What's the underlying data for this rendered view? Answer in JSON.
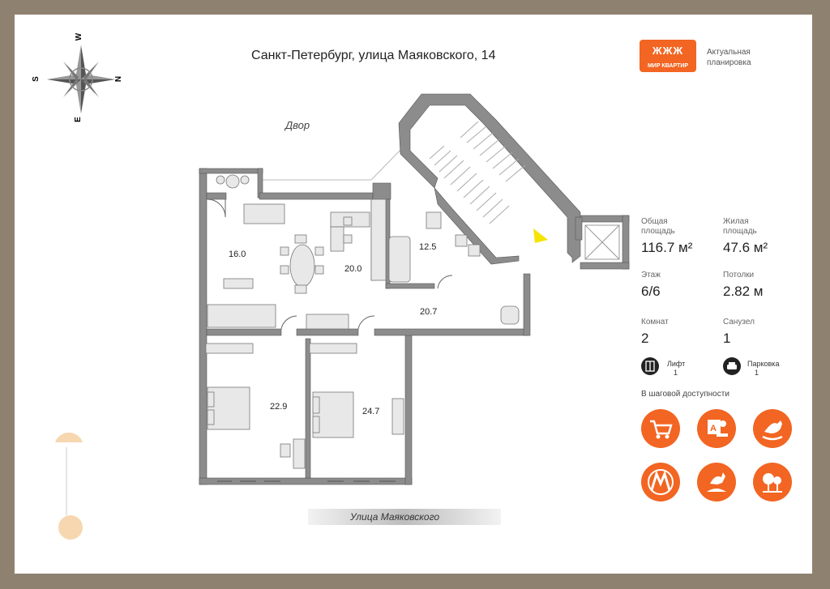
{
  "header": {
    "title": "Санкт-Петербург, улица Маяковского, 14"
  },
  "brand": {
    "logo_mark": "ЖЖЖ",
    "logo_text": "МИР КВАРТИР",
    "note": "Актуальная планировка",
    "color": "#f26522"
  },
  "compass": {
    "w": "W",
    "s": "S",
    "n": "N",
    "e": "E"
  },
  "plan": {
    "yard_label": "Двор",
    "street_label": "Улица Маяковского",
    "rooms": {
      "r1": "16.0",
      "r2": "20.0",
      "r3": "12.5",
      "r4": "20.7",
      "r5": "22.9",
      "r6": "24.7"
    }
  },
  "stats": {
    "total_area_label": "Общая площадь",
    "total_area_value": "116.7 м²",
    "living_area_label": "Жилая площадь",
    "living_area_value": "47.6 м²",
    "floor_label": "Этаж",
    "floor_value": "6/6",
    "ceiling_label": "Потолки",
    "ceiling_value": "2.82 м",
    "rooms_label": "Комнат",
    "rooms_value": "2",
    "bathroom_label": "Санузел",
    "bathroom_value": "1",
    "elevator_label": "Лифт",
    "elevator_value": "1",
    "parking_label": "Парковка",
    "parking_value": "1"
  },
  "walk": {
    "label": "В шаговой доступности",
    "icons": [
      "shopping-cart-icon",
      "school-icon",
      "playground-horse-icon",
      "metro-icon",
      "monument-icon",
      "park-icon"
    ]
  }
}
